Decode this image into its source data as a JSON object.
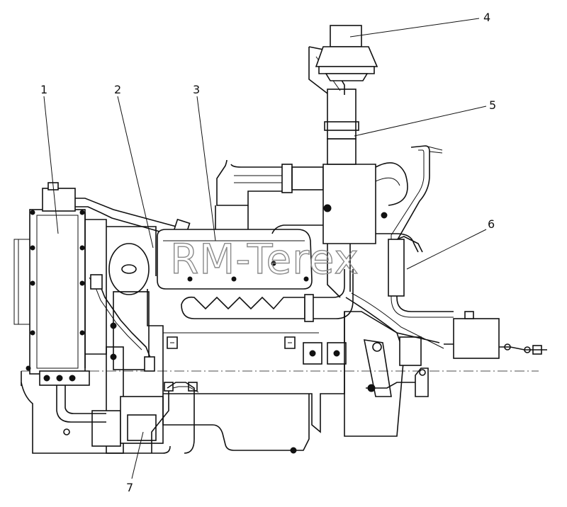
{
  "callouts": [
    {
      "id": "1",
      "label": "1"
    },
    {
      "id": "2",
      "label": "2"
    },
    {
      "id": "3",
      "label": "3"
    },
    {
      "id": "4",
      "label": "4"
    },
    {
      "id": "5",
      "label": "5"
    },
    {
      "id": "6",
      "label": "6"
    },
    {
      "id": "7",
      "label": "7"
    }
  ],
  "watermark": "RM-Terex"
}
